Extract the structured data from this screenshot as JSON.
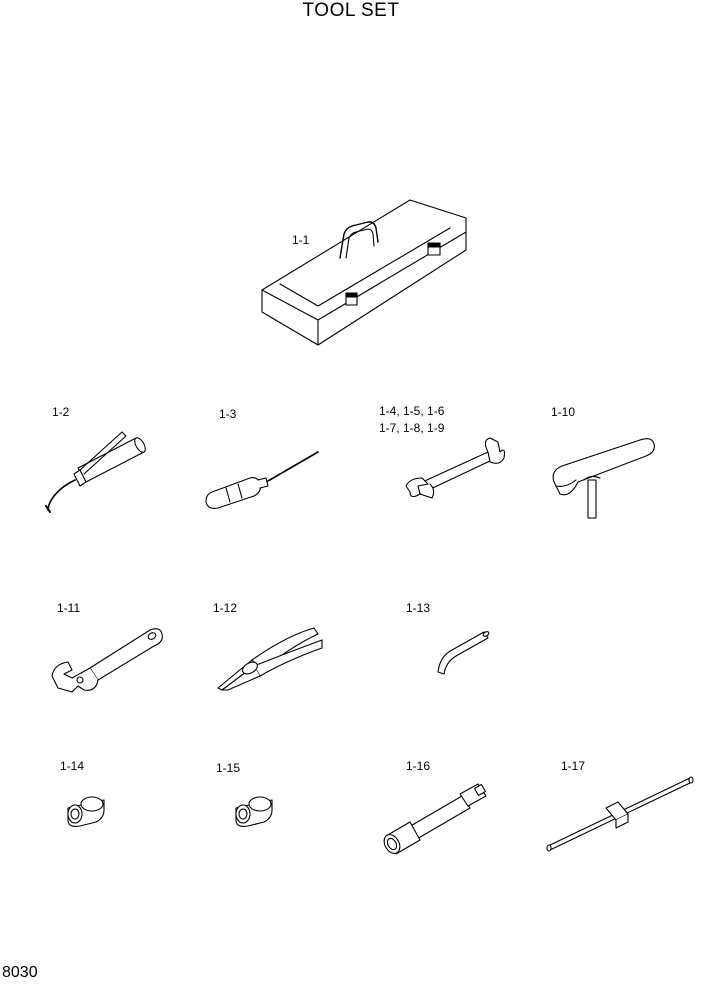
{
  "title": "TOOL SET",
  "page_code": "8030",
  "parts": [
    {
      "ref": "1-1",
      "icon": "toolbox-icon"
    },
    {
      "ref": "1-2",
      "icon": "grease-gun-icon"
    },
    {
      "ref": "1-3",
      "icon": "screwdriver-icon"
    },
    {
      "ref": "1-4, 1-5, 1-6",
      "ref2": "1-7, 1-8, 1-9",
      "icon": "open-end-wrench-icon"
    },
    {
      "ref": "1-10",
      "icon": "filter-wrench-icon"
    },
    {
      "ref": "1-11",
      "icon": "adjustable-wrench-icon"
    },
    {
      "ref": "1-12",
      "icon": "pliers-icon"
    },
    {
      "ref": "1-13",
      "icon": "hex-key-icon"
    },
    {
      "ref": "1-14",
      "icon": "socket-icon"
    },
    {
      "ref": "1-15",
      "icon": "socket-icon"
    },
    {
      "ref": "1-16",
      "icon": "extension-bar-icon"
    },
    {
      "ref": "1-17",
      "icon": "t-handle-icon"
    }
  ]
}
